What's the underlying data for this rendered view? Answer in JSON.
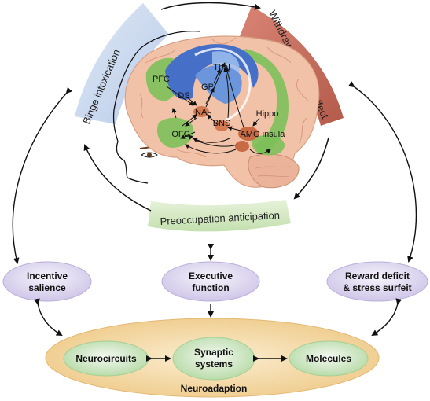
{
  "stages": {
    "binge": "Binge intoxication",
    "withdrawal": "Withdrawal negative affect",
    "preoccupation": "Preoccupation anticipation"
  },
  "brain_regions": {
    "pfc": "PFC",
    "ds": "DS",
    "gp": "GP",
    "thal": "Thal",
    "nac_main": "NA",
    "nac_sub": "C",
    "ofc": "OFC",
    "bns": "BNS",
    "amg": "AMG",
    "insula": "insula",
    "hippo": "Hippo"
  },
  "domains": {
    "incentive_line1": "Incentive",
    "incentive_line2": "salience",
    "executive_line1": "Executive",
    "executive_line2": "function",
    "reward_line1": "Reward deficit",
    "reward_line2": "& stress surfeit"
  },
  "neuroadaption": {
    "title": "Neuroadaption",
    "neurocircuits": "Neurocircuits",
    "synaptic_line1": "Synaptic",
    "synaptic_line2": "systems",
    "molecules": "Molecules"
  },
  "colors": {
    "binge_band": "#c9d9ee",
    "withdrawal_band": "#c46a5a",
    "preoccupation_band": "#d7e9c6",
    "brain": "#f3c9b3",
    "blue_region": "#3f6fc8",
    "green_region": "#7cc05a",
    "domain_oval": "#dcd6ee",
    "neuro_ring": "#f4d9a6",
    "neuro_oval": "#cfe8c4"
  }
}
